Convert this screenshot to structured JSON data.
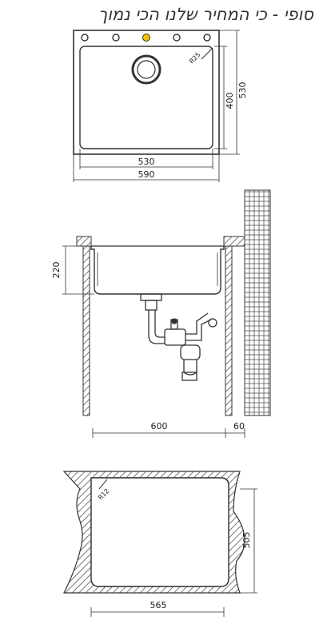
{
  "banner": "סופי - כי המחיר שלנו הכי נמוך",
  "top_view": {
    "radius_label": "R25",
    "width_inner": "530",
    "width_outer": "590",
    "height_inner": "400",
    "height_outer": "530",
    "tap_hole_color": "#f2c200"
  },
  "side_view": {
    "depth": "220",
    "cabinet_width": "600",
    "side_gap": "60"
  },
  "cutout_view": {
    "radius_label": "R12",
    "width": "565",
    "height": "505"
  }
}
